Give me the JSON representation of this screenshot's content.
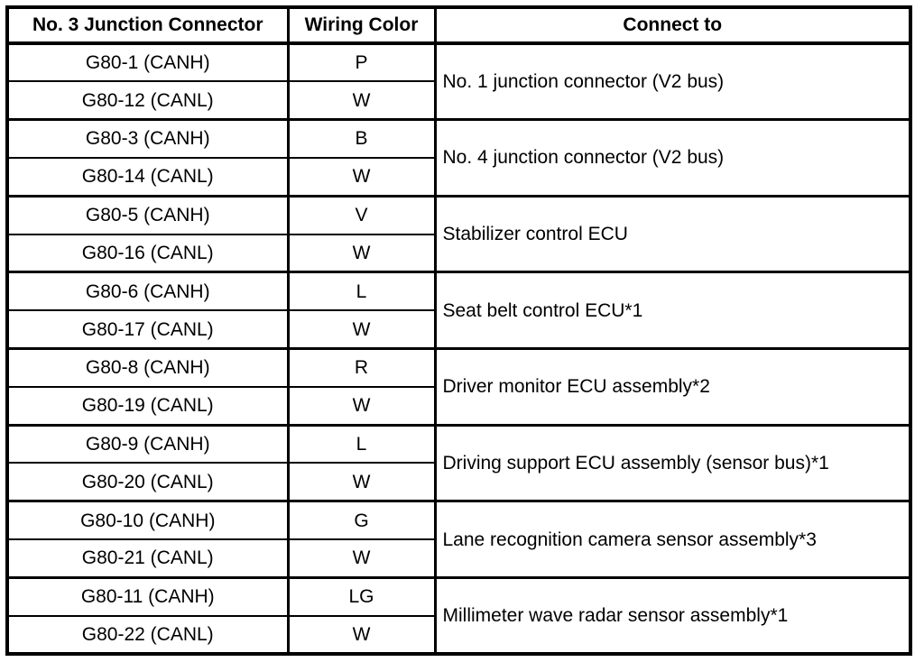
{
  "colors": {
    "border": "#000000",
    "text": "#000000",
    "background": "#ffffff"
  },
  "table": {
    "headers": {
      "connector": "No. 3 Junction Connector",
      "wiring_color": "Wiring Color",
      "connect_to": "Connect to"
    },
    "groups": [
      {
        "rows": [
          {
            "connector": "G80-1 (CANH)",
            "wiring_color": "P"
          },
          {
            "connector": "G80-12 (CANL)",
            "wiring_color": "W"
          }
        ],
        "connect_to": "No. 1 junction connector (V2 bus)"
      },
      {
        "rows": [
          {
            "connector": "G80-3 (CANH)",
            "wiring_color": "B"
          },
          {
            "connector": "G80-14 (CANL)",
            "wiring_color": "W"
          }
        ],
        "connect_to": "No. 4 junction connector (V2 bus)"
      },
      {
        "rows": [
          {
            "connector": "G80-5 (CANH)",
            "wiring_color": "V"
          },
          {
            "connector": "G80-16 (CANL)",
            "wiring_color": "W"
          }
        ],
        "connect_to": "Stabilizer control ECU"
      },
      {
        "rows": [
          {
            "connector": "G80-6 (CANH)",
            "wiring_color": "L"
          },
          {
            "connector": "G80-17 (CANL)",
            "wiring_color": "W"
          }
        ],
        "connect_to": "Seat belt control ECU*1"
      },
      {
        "rows": [
          {
            "connector": "G80-8 (CANH)",
            "wiring_color": "R"
          },
          {
            "connector": "G80-19 (CANL)",
            "wiring_color": "W"
          }
        ],
        "connect_to": "Driver monitor ECU assembly*2"
      },
      {
        "rows": [
          {
            "connector": "G80-9 (CANH)",
            "wiring_color": "L"
          },
          {
            "connector": "G80-20 (CANL)",
            "wiring_color": "W"
          }
        ],
        "connect_to": "Driving support ECU assembly (sensor bus)*1"
      },
      {
        "rows": [
          {
            "connector": "G80-10 (CANH)",
            "wiring_color": "G"
          },
          {
            "connector": "G80-21 (CANL)",
            "wiring_color": "W"
          }
        ],
        "connect_to": "Lane recognition camera sensor assembly*3"
      },
      {
        "rows": [
          {
            "connector": "G80-11 (CANH)",
            "wiring_color": "LG"
          },
          {
            "connector": "G80-22 (CANL)",
            "wiring_color": "W"
          }
        ],
        "connect_to": "Millimeter wave radar sensor assembly*1"
      }
    ]
  }
}
